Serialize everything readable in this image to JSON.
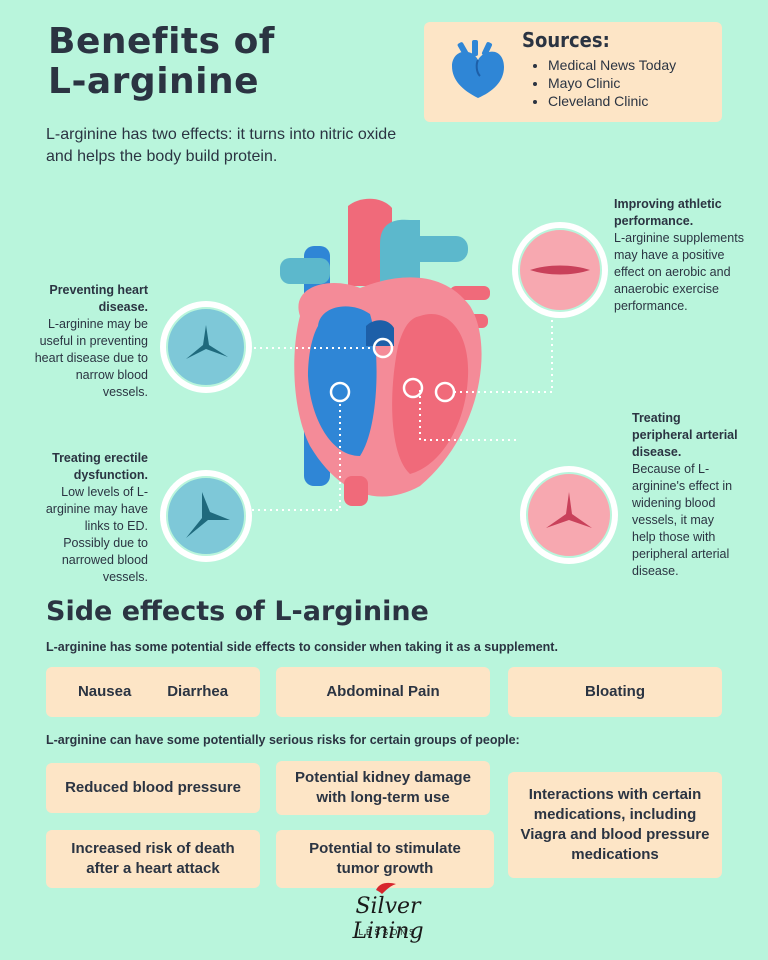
{
  "title": {
    "line1": "Benefits of",
    "line2": "L-arginine"
  },
  "intro": "L-arginine has two effects: it turns into nitric oxide and helps the body build protein.",
  "sources": {
    "heading": "Sources:",
    "items": [
      "Medical News Today",
      "Mayo Clinic",
      "Cleveland Clinic"
    ],
    "icon": "heart-icon"
  },
  "benefits": {
    "heart": {
      "title": "Preventing heart disease.",
      "text": "L-arginine may be useful in preventing heart disease due to narrow blood vessels."
    },
    "athletic": {
      "title": "Improving athletic performance.",
      "text": "L-arginine supplements may have a positive effect on aerobic and anaerobic exercise performance."
    },
    "ed": {
      "title": "Treating erectile dysfunction.",
      "text": "Low levels of L-arginine may have links to ED. Possibly due to narrowed blood vessels."
    },
    "pad": {
      "title": "Treating peripheral arterial disease.",
      "text": "Because of L-arginine's effect in widening blood vessels, it may help those with peripheral arterial disease."
    }
  },
  "side_effects": {
    "heading": "Side effects of L-arginine",
    "note": "L-arginine has some potential side effects to consider when taking it as a supplement.",
    "items": [
      "Nausea",
      "Diarrhea",
      "Abdominal Pain",
      "Bloating"
    ]
  },
  "risks": {
    "note": "L-arginine can have some potentially serious risks for certain groups of people:",
    "items": [
      "Reduced blood pressure",
      "Potential kidney damage with long-term use",
      "Interactions with certain medications, including Viagra and blood pressure medications",
      "Increased risk of death after a heart attack",
      "Potential to stimulate tumor growth"
    ]
  },
  "logo": {
    "script": "Silver Lining",
    "caps": "LESSONS"
  },
  "colors": {
    "background": "#b9f5dc",
    "box": "#fde5c6",
    "text": "#2b3442",
    "blue": "#2f86d6",
    "pink": "#f07a86",
    "teal": "#5cb8cc"
  }
}
